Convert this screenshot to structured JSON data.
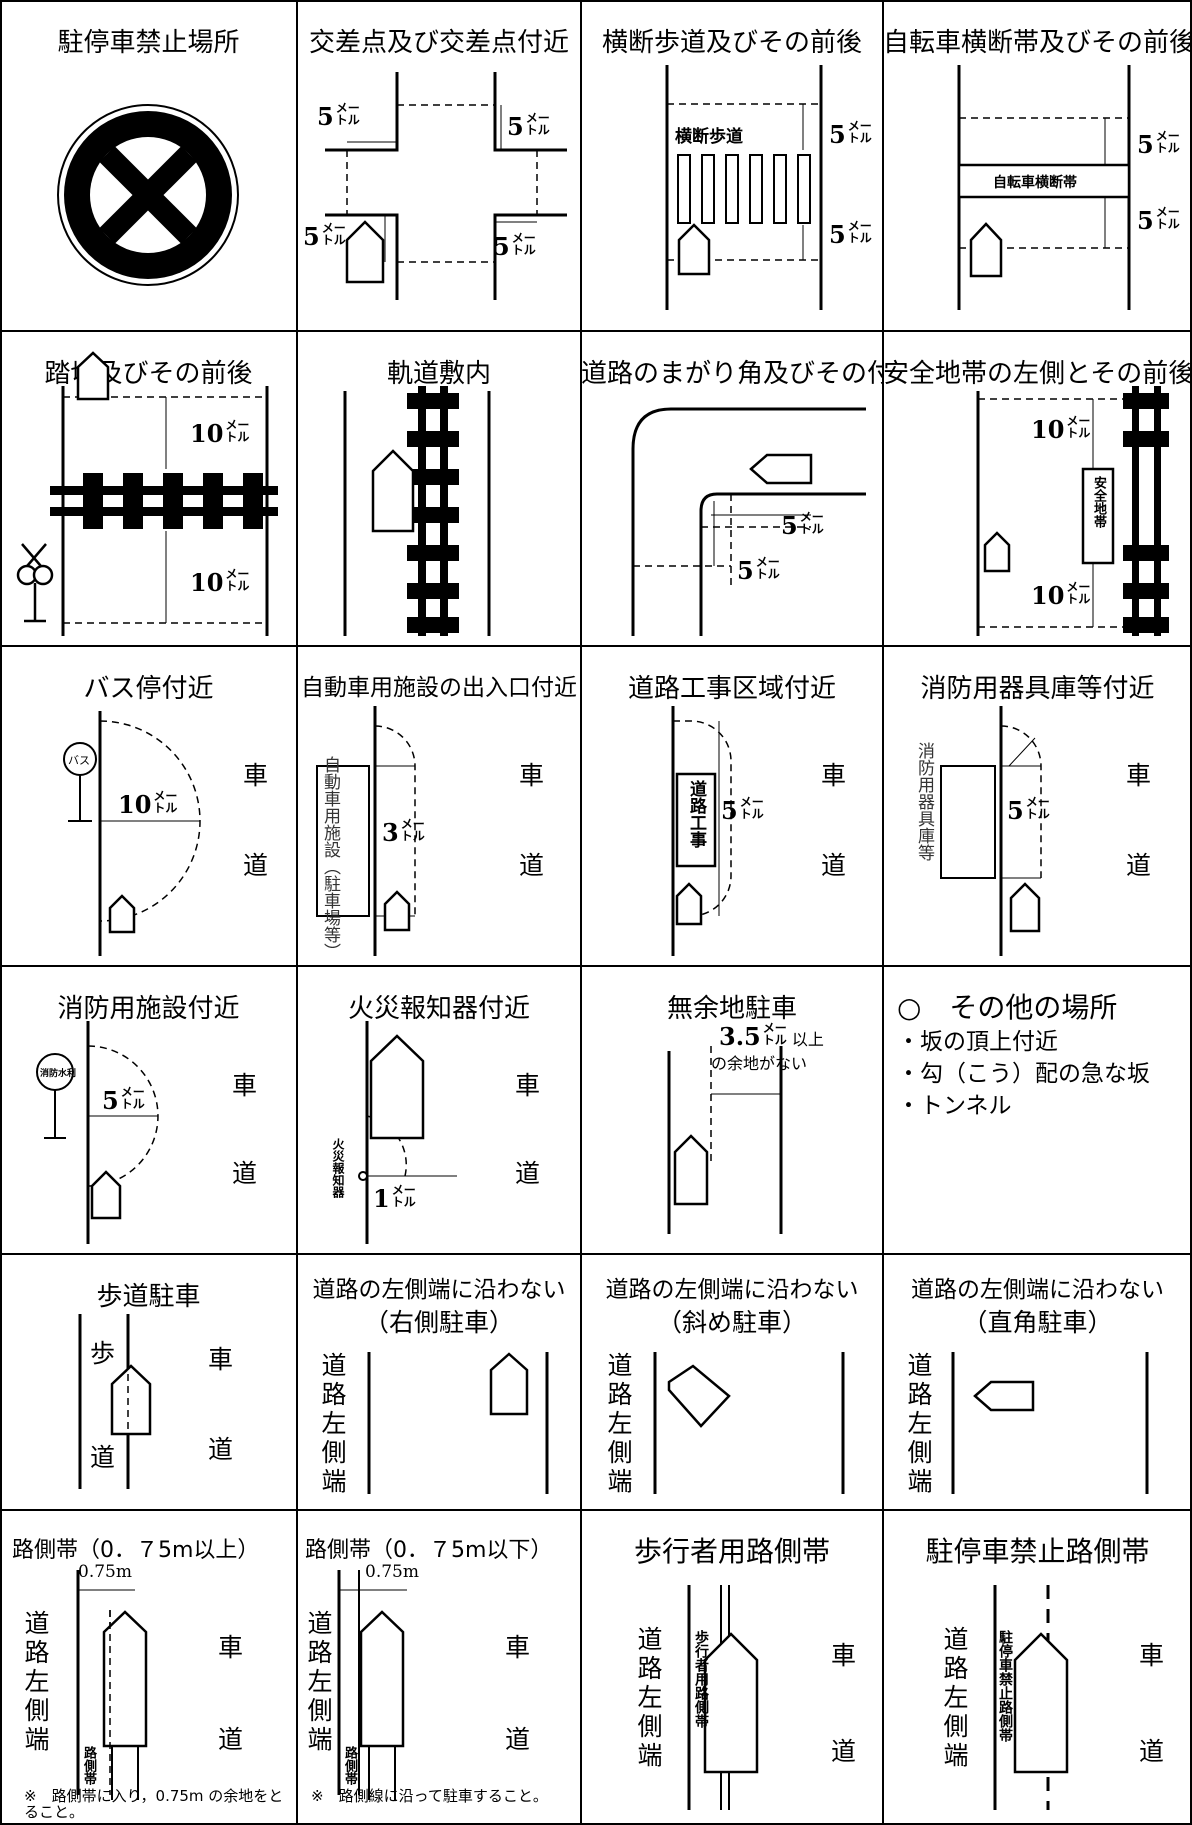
{
  "cells": {
    "no_parking_zone": {
      "title": "駐停車禁止場所"
    },
    "intersection": {
      "title": "交差点及び交差点付近",
      "d1": "5",
      "d2": "5",
      "d3": "5",
      "d4": "5",
      "unit_a": "メー",
      "unit_b": "トル"
    },
    "crosswalk": {
      "title": "横断歩道及びその前後",
      "label": "横断歩道",
      "d1": "5",
      "d2": "5"
    },
    "bicycle_crossing": {
      "title": "自転車横断帯及びその前後",
      "label": "自転車横断帯",
      "d1": "5",
      "d2": "5"
    },
    "railroad_crossing": {
      "title": "踏切及びその前後",
      "d1": "10",
      "d2": "10"
    },
    "track": {
      "title": "軌道敷内"
    },
    "road_corner": {
      "title": "道路のまがり角及びその付近",
      "d1": "5",
      "d2": "5"
    },
    "safety_zone": {
      "title": "安全地帯の左側とその前後",
      "label": "安全地帯",
      "d1": "10",
      "d2": "10"
    },
    "bus_stop": {
      "title": "バス停付近",
      "sign": "バス",
      "d1": "10"
    },
    "parking_entrance": {
      "title": "自動車用施設の出入口付近",
      "label": "自動車用施設（駐車場等）",
      "d1": "3"
    },
    "road_work": {
      "title": "道路工事区域付近",
      "label": "道路工事",
      "d1": "5"
    },
    "fire_equipment": {
      "title": "消防用器具庫等付近",
      "label": "消防用器具庫等",
      "d1": "5"
    },
    "fire_facility": {
      "title": "消防用施設付近",
      "sign": "消防水利",
      "d1": "5"
    },
    "fire_alarm": {
      "title": "火災報知器付近",
      "label": "火災報知器",
      "d1": "1"
    },
    "no_space": {
      "title": "無余地駐車",
      "d1": "3.5",
      "text1": "以上",
      "text2": "の余地がない"
    },
    "other_places": {
      "heading": "○　その他の場所",
      "items": [
        "・坂の頂上付近",
        "・勾（こう）配の急な坂",
        "・トンネル"
      ]
    },
    "sidewalk_parking": {
      "title": "歩道駐車",
      "walk": "歩",
      "way": "道"
    },
    "right_side": {
      "title": "道路の左側端に沿わない",
      "subtitle": "（右側駐車）"
    },
    "diagonal": {
      "title": "道路の左側端に沿わない",
      "subtitle": "（斜め駐車）"
    },
    "right_angle": {
      "title": "道路の左側端に沿わない",
      "subtitle": "（直角駐車）"
    },
    "shoulder_wide": {
      "title": "路側帯（0．７5m以上）",
      "width": "0.75m",
      "label": "路側帯",
      "note": "※　路側帯に入り，0.75m の余地をとること。"
    },
    "shoulder_narrow": {
      "title": "路側帯（0．７5m以下）",
      "width": "0.75m",
      "label": "路側帯",
      "note": "※　路側線に沿って駐車すること。"
    },
    "pedestrian_shoulder": {
      "title": "歩行者用路側帯",
      "label": "歩行者用路側帯"
    },
    "no_stop_shoulder": {
      "title": "駐停車禁止路側帯",
      "label": "駐停車禁止路側帯"
    }
  },
  "common": {
    "roadway_1": "車",
    "roadway_2": "道",
    "road_left_edge": "道路左側端",
    "unit_a": "メー",
    "unit_b": "トル"
  }
}
